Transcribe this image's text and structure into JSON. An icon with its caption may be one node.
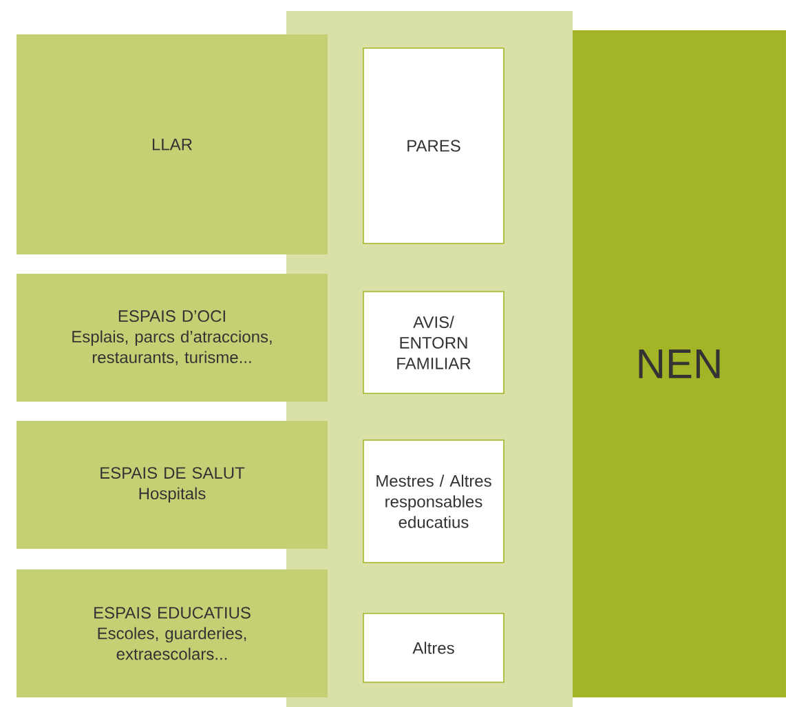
{
  "diagram": {
    "nodes": [
      {
        "text": [
          "LLAR"
        ]
      },
      {
        "text": [
          "PARES"
        ]
      },
      {
        "text": [
          "ESPAIS D’OCI",
          "Esplais, parcs d’atraccions, restaurants, turisme..."
        ]
      },
      {
        "text": [
          "AVIS/ ENTORN FAMILIAR"
        ]
      },
      {
        "text": [
          "ESPAIS DE SALUT",
          "Hospitals"
        ]
      },
      {
        "text": [
          "Mestres / Altres responsables educatius"
        ]
      },
      {
        "text": [
          "ESPAIS EDUCATIUS",
          "Escoles, guarderies, extraescolars..."
        ]
      },
      {
        "text": [
          "Altres"
        ]
      },
      {
        "text": [
          "NEN"
        ]
      }
    ]
  }
}
